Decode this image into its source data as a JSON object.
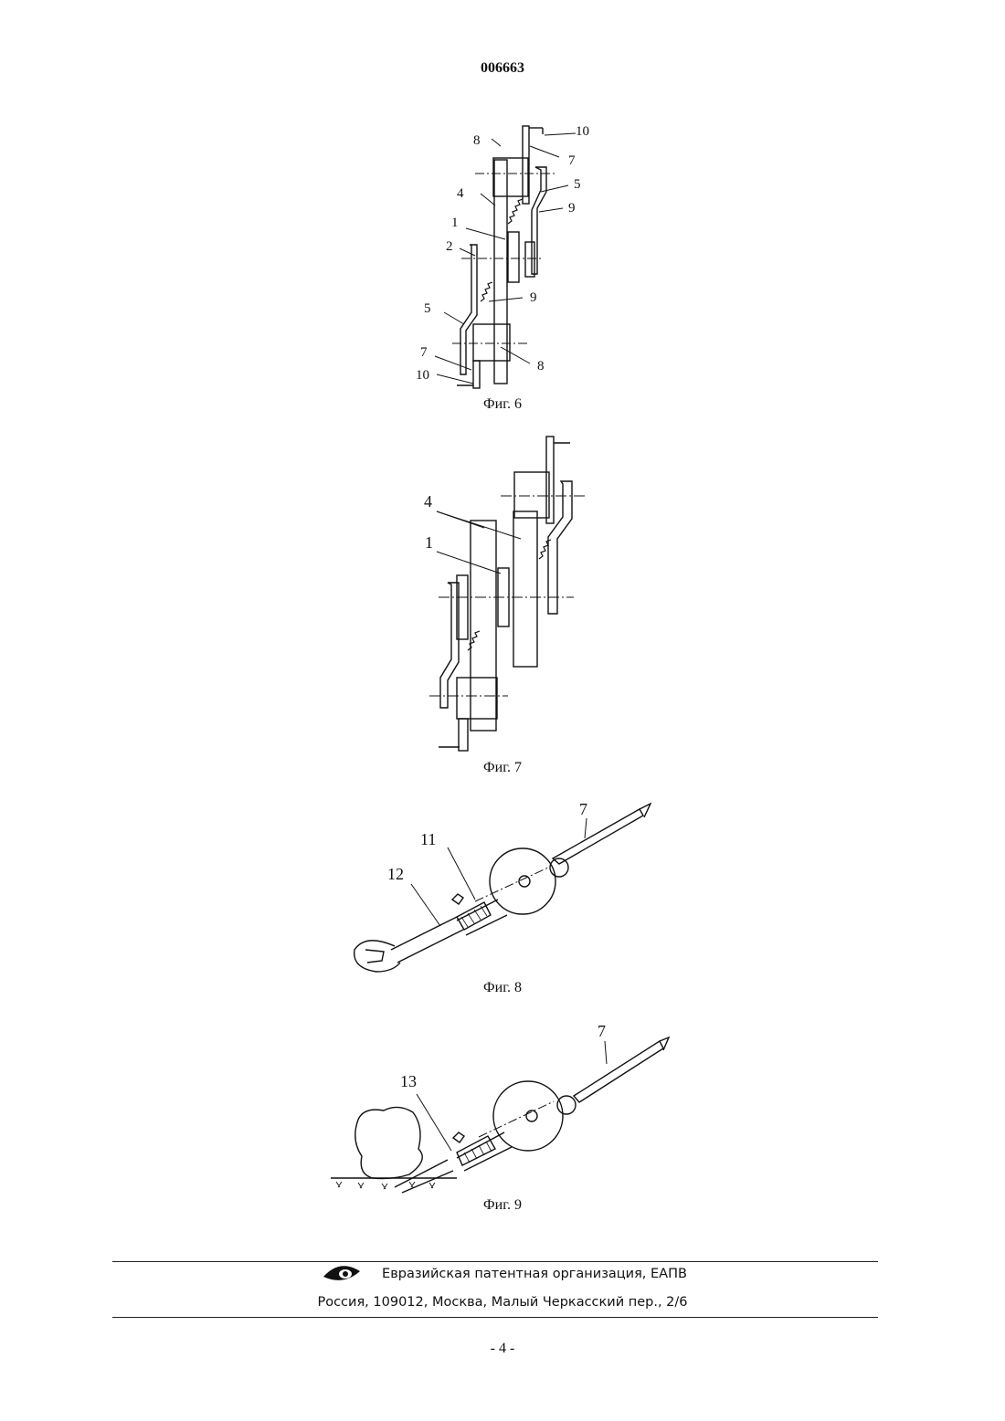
{
  "header": {
    "doc_number": "006663"
  },
  "figures": {
    "fig6": {
      "caption": "Фиг. 6",
      "labels": {
        "l10a": "10",
        "l8a": "8",
        "l7a": "7",
        "l5a": "5",
        "l4": "4",
        "l9a": "9",
        "l1": "1",
        "l2": "2",
        "l9b": "9",
        "l5b": "5",
        "l7b": "7",
        "l8b": "8",
        "l10b": "10"
      }
    },
    "fig7": {
      "caption": "Фиг. 7",
      "labels": {
        "l4": "4",
        "l1": "1"
      }
    },
    "fig8": {
      "caption": "Фиг. 8",
      "labels": {
        "l7": "7",
        "l11": "11",
        "l12": "12"
      }
    },
    "fig9": {
      "caption": "Фиг. 9",
      "labels": {
        "l7": "7",
        "l13": "13"
      }
    }
  },
  "footer": {
    "org_icon": "eye-logo-icon",
    "organization": "Евразийская патентная организация, ЕАПВ",
    "address": "Россия, 109012, Москва, Малый Черкасский пер., 2/6"
  },
  "page_number": "- 4 -"
}
